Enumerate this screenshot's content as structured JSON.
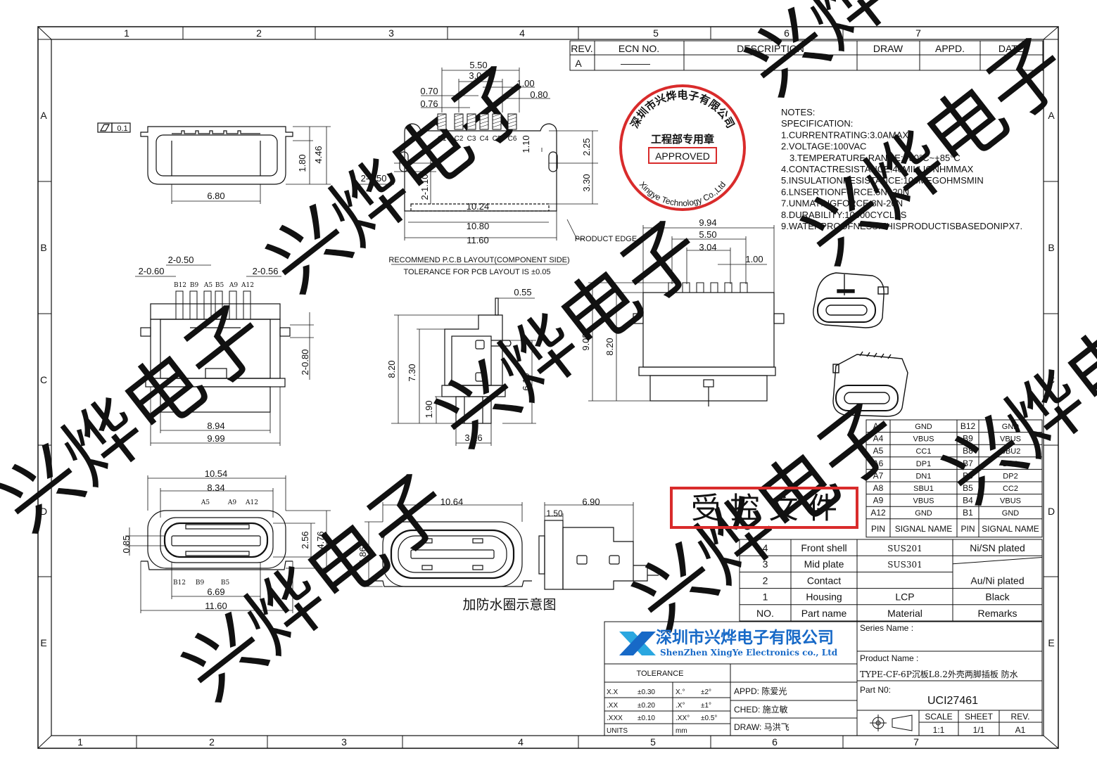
{
  "frame": {
    "top_cols": [
      "1",
      "2",
      "3",
      "4",
      "5",
      "6",
      "7"
    ],
    "bottom_cols": [
      "1",
      "2",
      "3",
      "4",
      "5",
      "6",
      "7"
    ],
    "rows": [
      "A",
      "B",
      "C",
      "D",
      "E"
    ]
  },
  "revision_table": {
    "headers": [
      "REV.",
      "ECN NO.",
      "DESCRIPTION",
      "DRAW",
      "APPD.",
      "DATE"
    ],
    "row": [
      "A",
      "———",
      "",
      "",
      "",
      ""
    ]
  },
  "notes": [
    "NOTES:",
    "SPECIFICATION:",
    "1.CURRENTRATING:3.0AMAX",
    "2.VOLTAGE:100VAC",
    "3.TEMPERATURE RANGE: -30°C~+85°C",
    "4.CONTACTRESISTANCE:40MILLIONHMMAX",
    "5.INSULATIONRESISTANCE:100MEGOHMSMIN",
    "6.LNSERTIONFORCE:5N~20N",
    "7.UNMATINGFORCE:8N-20N",
    "8.DURABILITY:10000CYCLES",
    "9.WATERPROOFNESS:THISPRODUCTISBASEDONIPX7."
  ],
  "stamp": {
    "top_arc": "深圳市兴烨电子有限公司",
    "bottom_arc": "Xingye Technology Co.,Ltd",
    "middle": "工程部专用章",
    "approved": "APPROVED"
  },
  "controlled_stamp": "受 控 文 件",
  "pcb_layout": {
    "title": "RECOMMEND P.C.B LAYOUT(COMPONENT SIDE)",
    "tolerance": "TOLERANCE FOR PCB LAYOUT IS ±0.05",
    "product_edge": "PRODUCT EDGE",
    "pads": [
      "C1",
      "C2",
      "C3",
      "C4",
      "C5",
      "C6"
    ],
    "dims": [
      "5.50",
      "3.04",
      "1.00",
      "0.70",
      "0.80",
      "0.76",
      "2.25",
      "1.10",
      "3.30",
      "2-0.50",
      "2-1.10",
      "10.24",
      "10.80",
      "11.60"
    ]
  },
  "top_view": {
    "flatness": "0.1",
    "dims": [
      "6.80",
      "1.80",
      "4.46"
    ]
  },
  "front_view": {
    "dims": [
      "2-0.50",
      "2-0.60",
      "2-0.56",
      "2-0.80",
      "8.94",
      "9.99"
    ],
    "pins": [
      "B12",
      "B9",
      "A5",
      "B5",
      "A9",
      "A12"
    ]
  },
  "side_view": {
    "dims": [
      "0.55",
      "8.20",
      "7.30",
      "6.10",
      "1.90",
      "3.16"
    ]
  },
  "rear_view": {
    "dims": [
      "9.94",
      "5.50",
      "3.04",
      "1.00",
      "9.05",
      "8.20"
    ]
  },
  "bottom_view": {
    "dims": [
      "10.54",
      "8.34",
      "0.85",
      "2.56",
      "4.76",
      "6.69",
      "11.60"
    ],
    "top_pins": [
      "A5",
      "A9",
      "A12"
    ],
    "bottom_pins": [
      "B12",
      "B9",
      "B5"
    ]
  },
  "waterproof_view": {
    "dims": [
      "10.64",
      "4.86",
      "6.90",
      "1.50"
    ],
    "caption": "加防水圈示意图"
  },
  "pin_table": {
    "rows": [
      [
        "A1",
        "GND",
        "B12",
        "GND"
      ],
      [
        "A4",
        "VBUS",
        "B9",
        "VBUS"
      ],
      [
        "A5",
        "CC1",
        "B8",
        "SBU2"
      ],
      [
        "A6",
        "DP1",
        "B7",
        "DN2"
      ],
      [
        "A7",
        "DN1",
        "B6",
        "DP2"
      ],
      [
        "A8",
        "SBU1",
        "B5",
        "CC2"
      ],
      [
        "A9",
        "VBUS",
        "B4",
        "VBUS"
      ],
      [
        "A12",
        "GND",
        "B1",
        "GND"
      ]
    ],
    "headers": [
      "PIN",
      "SIGNAL NAME",
      "PIN",
      "SIGNAL NAME"
    ]
  },
  "bom": {
    "rows": [
      [
        "4",
        "Front shell",
        "SUS201",
        "Ni/SN plated"
      ],
      [
        "3",
        "Mid plate",
        "SUS301",
        ""
      ],
      [
        "2",
        "Contact",
        "",
        "Au/Ni plated"
      ],
      [
        "1",
        "Housing",
        "LCP",
        "Black"
      ]
    ],
    "headers": [
      "NO.",
      "Part name",
      "Material",
      "Remarks"
    ]
  },
  "title_block": {
    "company_cn": "深圳市兴烨电子有限公司",
    "company_en": "ShenZhen XingYe Electronics co., Ltd",
    "brand_color": "#1769c7",
    "logo_color": "#2aa7e0",
    "series_label": "Series Name :",
    "product_label": "Product Name :",
    "product_name": "TYPE-CF-6P沉板L8.2外壳两脚插板 防水",
    "part_label": "Part N0:",
    "part_no": "UCI27461",
    "tolerance_title": "TOLERANCE",
    "tolerance_rows": [
      [
        "X.X",
        "±0.30",
        "X.°",
        "±2°"
      ],
      [
        ".XX",
        "±0.20",
        ".X°",
        "±1°"
      ],
      [
        ".XXX",
        "±0.10",
        ".XX°",
        "±0.5°"
      ]
    ],
    "units_label": "UNITS",
    "units_value": "mm",
    "appd": "APPD: 陈爱光",
    "ched": "CHED: 施立敏",
    "draw": "DRAW: 马洪飞",
    "scale_label": "SCALE",
    "scale_value": "1:1",
    "sheet_label": "SHEET",
    "sheet_value": "1/1",
    "rev_label": "REV.",
    "rev_value": "A1"
  },
  "watermark": "兴烨电子"
}
